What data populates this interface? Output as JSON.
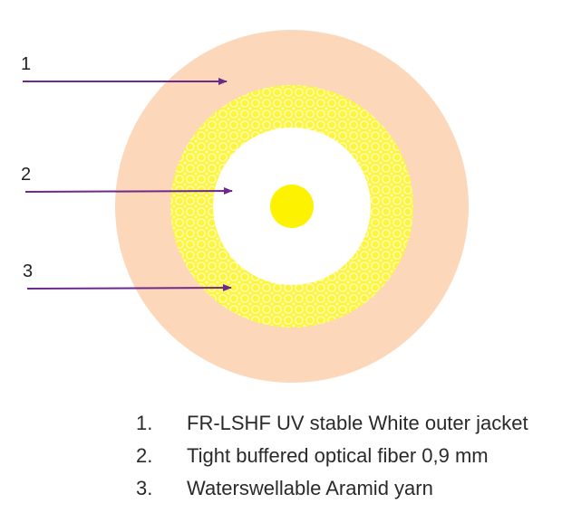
{
  "colors": {
    "outer_jacket": "#fcd7b9",
    "aramid_yarn": "#fdf53a",
    "yarn_texture": "#fffbb5",
    "buffer": "#ffffff",
    "fiber_core": "#fdf200",
    "arrow": "#6b2a8c"
  },
  "callouts": [
    {
      "number": "1"
    },
    {
      "number": "2"
    },
    {
      "number": "3"
    }
  ],
  "legend": [
    {
      "number": "1.",
      "text": "FR-LSHF UV stable White outer jacket"
    },
    {
      "number": "2.",
      "text": "Tight buffered optical fiber 0,9 mm"
    },
    {
      "number": "3.",
      "text": "Waterswellable Aramid yarn"
    }
  ]
}
